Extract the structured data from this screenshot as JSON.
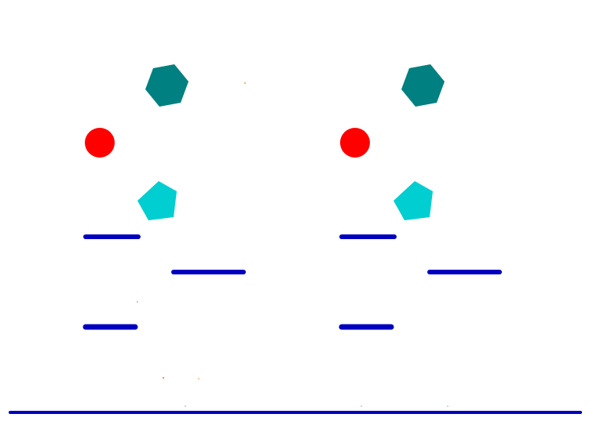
{
  "scene": {
    "colors": {
      "background": "#ffffff",
      "platform": "#0000bf",
      "hexagon": "#008080",
      "ball": "#ff0000",
      "pentagon": "#00ced1",
      "speck": "#ff9933"
    },
    "panels": [
      {
        "name": "left-panel",
        "objects": [
          "hexagon",
          "ball",
          "pentagon",
          "platform-a",
          "platform-b",
          "platform-c"
        ]
      },
      {
        "name": "right-panel",
        "objects": [
          "hexagon",
          "ball",
          "pentagon",
          "platform-a",
          "platform-b",
          "platform-c"
        ]
      }
    ],
    "shared": [
      "ground-line"
    ]
  }
}
